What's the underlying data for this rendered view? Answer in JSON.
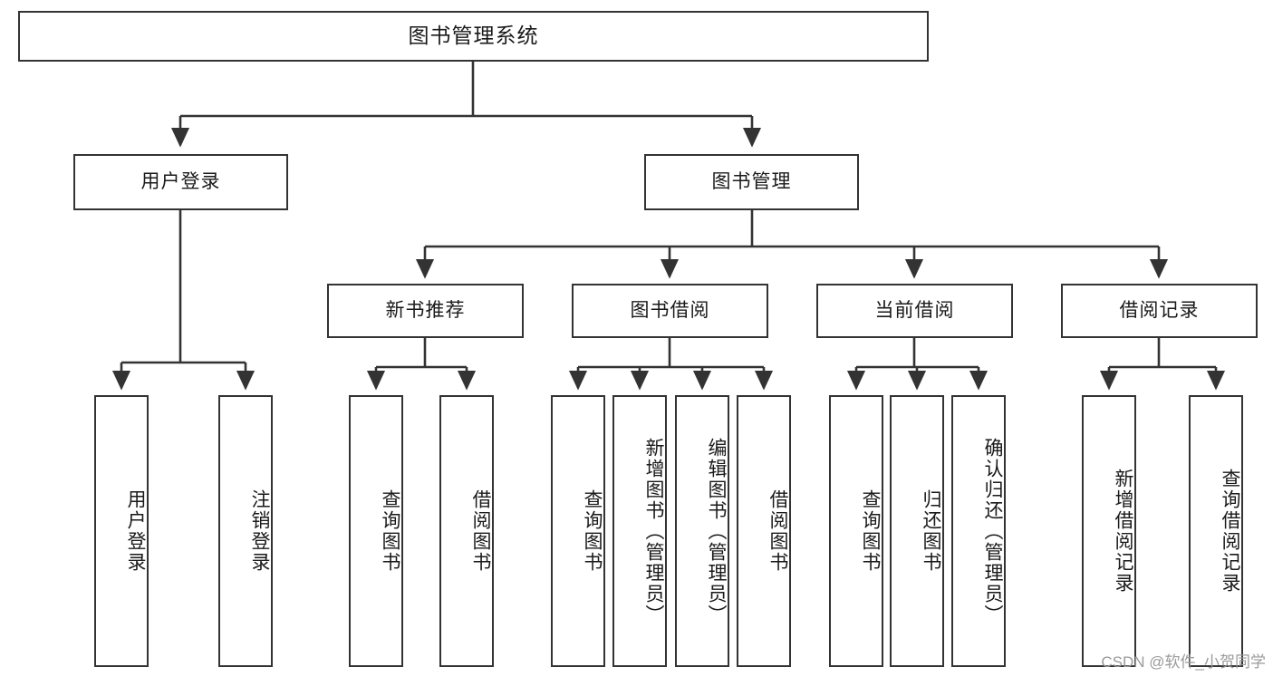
{
  "diagram": {
    "title": "图书管理系统",
    "type": "tree",
    "orientation": "top-down",
    "colors": {
      "box_border": "#333333",
      "box_fill": "#ffffff",
      "connector": "#333333",
      "text": "#1a1a1a",
      "watermark": "#9a9a9a",
      "background": "#ffffff"
    }
  },
  "watermark": {
    "text": "CSDN @软件_小贺同学"
  },
  "nodes": {
    "root": {
      "label": "图书管理系统"
    },
    "level2": [
      {
        "id": "user-login",
        "label": "用户登录"
      },
      {
        "id": "book-management",
        "label": "图书管理"
      }
    ],
    "level3": [
      {
        "id": "new-book-recommend",
        "label": "新书推荐"
      },
      {
        "id": "book-borrow",
        "label": "图书借阅"
      },
      {
        "id": "current-borrow",
        "label": "当前借阅"
      },
      {
        "id": "borrow-record",
        "label": "借阅记录"
      }
    ],
    "leaves": {
      "user_login": [
        {
          "id": "leaf-user-login",
          "label": "用户登录"
        },
        {
          "id": "leaf-logout-login",
          "label": "注销登录"
        }
      ],
      "new_book_recommend": [
        {
          "id": "leaf-query-book-1",
          "label": "查询图书"
        },
        {
          "id": "leaf-borrow-book-1",
          "label": "借阅图书"
        }
      ],
      "book_borrow": [
        {
          "id": "leaf-query-book-2",
          "label": "查询图书"
        },
        {
          "id": "leaf-add-book",
          "label": "新增图书（管理员）"
        },
        {
          "id": "leaf-edit-book",
          "label": "编辑图书（管理员）"
        },
        {
          "id": "leaf-borrow-book-2",
          "label": "借阅图书"
        }
      ],
      "current_borrow": [
        {
          "id": "leaf-query-book-3",
          "label": "查询图书"
        },
        {
          "id": "leaf-return-book",
          "label": "归还图书"
        },
        {
          "id": "leaf-confirm-return",
          "label": "确认归还（管理员）"
        }
      ],
      "borrow_record": [
        {
          "id": "leaf-add-record",
          "label": "新增借阅记录"
        },
        {
          "id": "leaf-query-record",
          "label": "查询借阅记录"
        }
      ]
    }
  }
}
